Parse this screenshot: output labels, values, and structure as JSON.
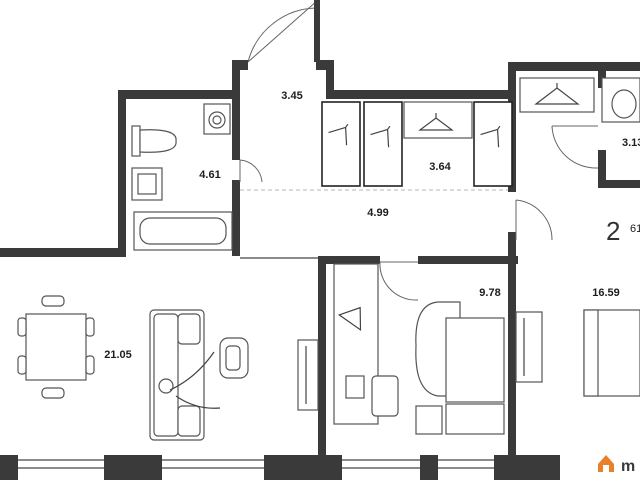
{
  "plan": {
    "areas": {
      "entry": "3.45",
      "bathroom": "4.61",
      "wardrobe": "3.64",
      "wc": "3.13",
      "hall": "4.99",
      "living": "21.05",
      "bedroom": "9.78",
      "bedroom2": "16.59"
    },
    "room_count": "2",
    "room_count_sub": "61"
  },
  "watermark": {
    "text": "m",
    "icon": "house-icon",
    "color": "#e8812c"
  },
  "colors": {
    "wall": "#3a3a3a",
    "background": "#ffffff"
  }
}
